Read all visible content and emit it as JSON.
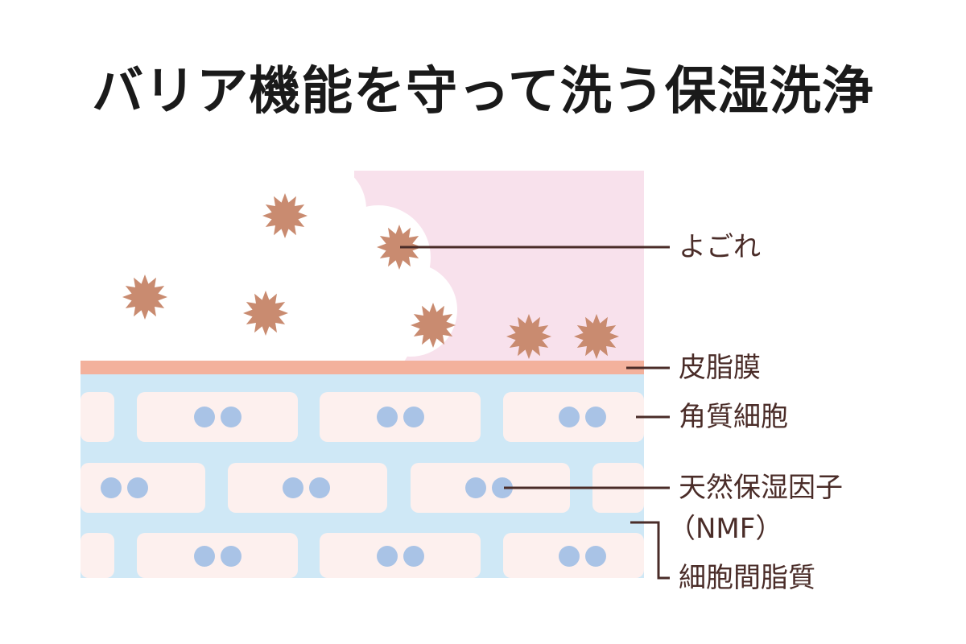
{
  "title": "バリア機能を守って洗う保湿洗浄",
  "labels": {
    "dirt": "よごれ",
    "sebum": "皮脂膜",
    "corneocyte": "角質細胞",
    "nmf_line1": "天然保湿因子",
    "nmf_line2": "（NMF）",
    "intercellular": "細胞間脂質"
  },
  "colors": {
    "pink_background": "#f8e1ec",
    "sebum_layer": "#f3b19c",
    "lipid_layer": "#cfe8f6",
    "cell": "#fdf0ee",
    "nmf_dot": "#a9c3e6",
    "dirt": "#c98b70",
    "leader_line": "#4a2c28",
    "foam": "#ffffff"
  }
}
